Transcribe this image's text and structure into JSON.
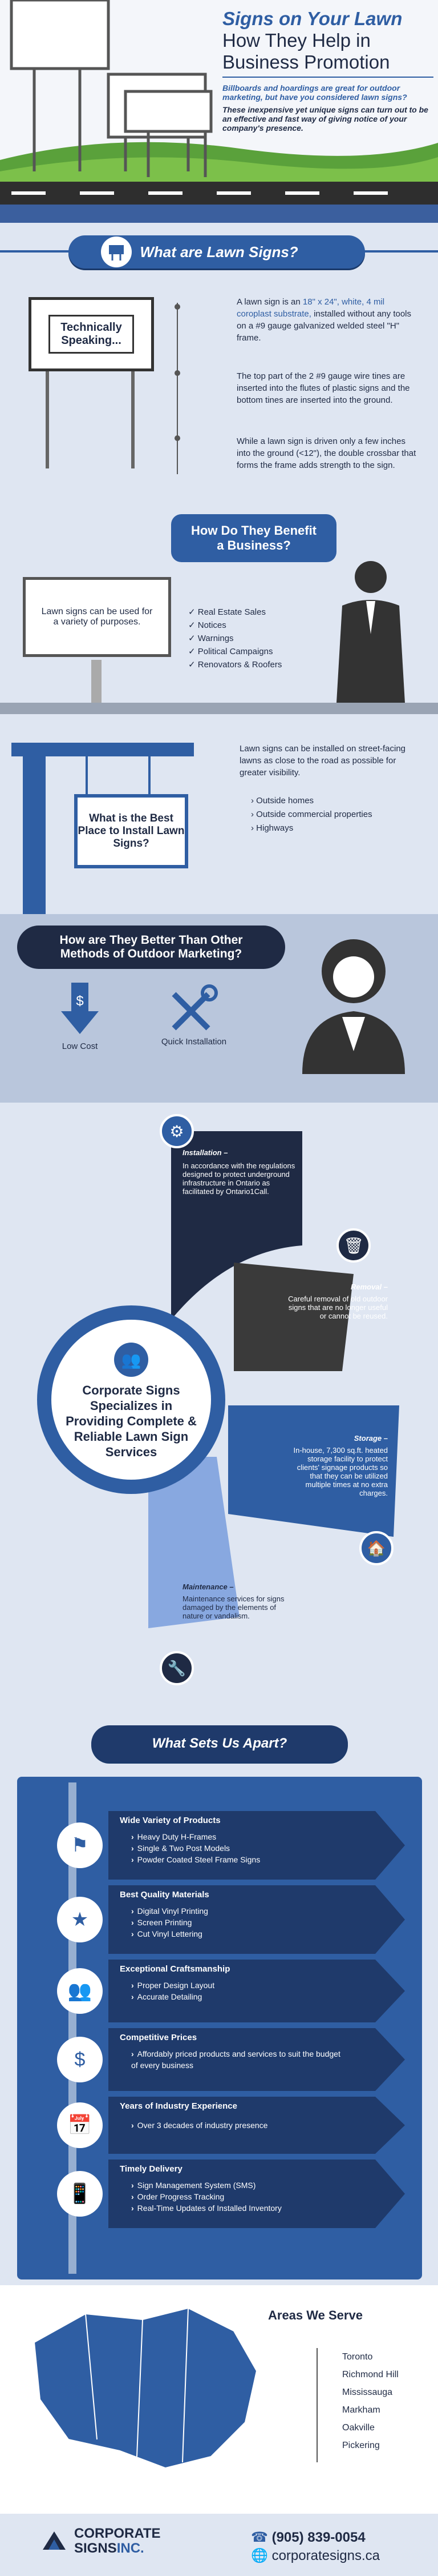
{
  "header": {
    "title_line1": "Signs on Your Lawn",
    "title_line2": "How They Help in",
    "title_line3": "Business Promotion",
    "intro1": "Billboards and hoardings are great for outdoor marketing, but have you considered lawn signs?",
    "intro2": "These inexpensive yet unique signs can turn out to be an effective and fast way of giving notice of your company's presence."
  },
  "what": {
    "banner": "What are Lawn Signs?",
    "sign_text": "Technically Speaking...",
    "p1_a": "A lawn sign is an ",
    "p1_b": "18\" x 24\", white, 4 mil coroplast substrate,",
    "p1_c": " installed without any tools on a #9 gauge galvanized welded steel \"H\" frame.",
    "p2": "The top part of the 2 #9 gauge wire tines are inserted into the flutes of plastic signs and the bottom tines are inserted into the ground.",
    "p3": "While a lawn sign is driven only a few inches into the ground (<12\"), the double crossbar that forms the frame adds strength to the sign."
  },
  "benefit": {
    "bubble": "How Do They Benefit a Business?",
    "sign_text": "Lawn signs can be used for a variety of purposes.",
    "items": [
      "Real Estate Sales",
      "Notices",
      "Warnings",
      "Political Campaigns",
      "Renovators & Roofers"
    ]
  },
  "place": {
    "sign_text": "What is the Best Place to Install Lawn Signs?",
    "text": "Lawn signs can be installed on street-facing lawns as close to the road as possible for greater visibility.",
    "items": [
      "Outside homes",
      "Outside commercial properties",
      "Highways"
    ]
  },
  "better": {
    "bubble": "How are They Better Than Other Methods of Outdoor Marketing?",
    "cost_label": "Low Cost",
    "install_label": "Quick Installation"
  },
  "services": {
    "center": "Corporate Signs Specializes in Providing Complete & Reliable Lawn Sign Services",
    "installation_title": "Installation –",
    "installation_text": "In accordance with the regulations designed to protect underground infrastructure in Ontario as facilitated by Ontario1Call.",
    "removal_title": "Removal –",
    "removal_text": "Careful removal of old outdoor signs that are no longer useful or cannot be reused.",
    "storage_title": "Storage –",
    "storage_text": "In-house, 7,300 sq.ft. heated storage facility to protect clients' signage products so that they can be utilized multiple times at no extra charges.",
    "maintenance_title": "Maintenance –",
    "maintenance_text": "Maintenance services for signs damaged by the elements of nature or vandalism."
  },
  "apart": {
    "banner": "What Sets Us Apart?",
    "rows": [
      {
        "title": "Wide Variety of Products",
        "items": [
          "Heavy Duty H-Frames",
          "Single & Two Post Models",
          "Powder Coated Steel Frame Signs"
        ]
      },
      {
        "title": "Best Quality Materials",
        "items": [
          "Digital Vinyl Printing",
          "Screen Printing",
          "Cut Vinyl Lettering"
        ]
      },
      {
        "title": "Exceptional Craftsmanship",
        "items": [
          "Proper Design Layout",
          "Accurate Detailing"
        ]
      },
      {
        "title": "Competitive Prices",
        "items": [
          "Affordably priced products and services to suit the budget of every business"
        ]
      },
      {
        "title": "Years of Industry Experience",
        "items": [
          "Over 3 decades of industry presence"
        ]
      },
      {
        "title": "Timely Delivery",
        "items": [
          "Sign Management System (SMS)",
          "Order Progress Tracking",
          "Real-Time Updates of Installed Inventory"
        ]
      }
    ]
  },
  "areas": {
    "title": "Areas We Serve",
    "items": [
      "Toronto",
      "Richmond Hill",
      "Mississauga",
      "Markham",
      "Oakville",
      "Pickering"
    ]
  },
  "footer": {
    "logo_line1": "CORPORATE",
    "logo_line2": "SIGNS",
    "logo_suffix": "INC.",
    "phone": "(905) 839-0054",
    "website": "corporatesigns.ca"
  },
  "colors": {
    "primary": "#2f5ea3",
    "dark": "#1f2a44",
    "light_bg": "#dfe6f2",
    "grass": "#4caf50"
  }
}
